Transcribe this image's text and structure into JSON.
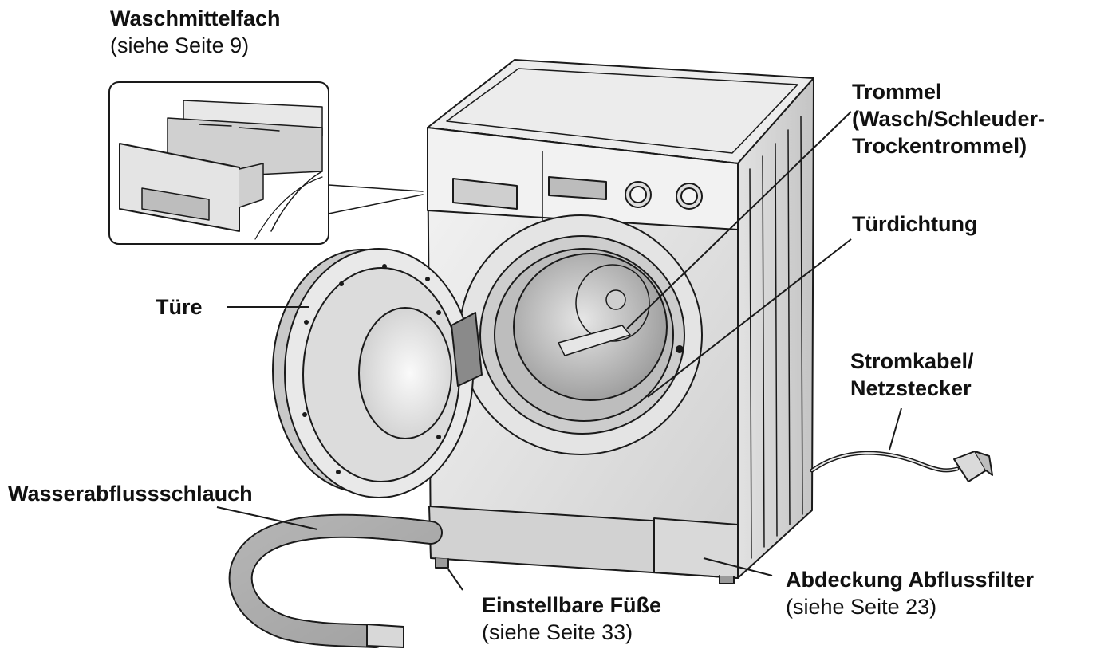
{
  "labels": {
    "detergent": {
      "title": "Waschmittelfach",
      "sub": "(siehe Seite 9)"
    },
    "drum": {
      "line1": "Trommel",
      "line2": "(Wasch/Schleuder-",
      "line3": "Trockentrommel)"
    },
    "door_seal": {
      "title": "Türdichtung"
    },
    "door": {
      "title": "Türe"
    },
    "power": {
      "line1": "Stromkabel/",
      "line2": "Netzstecker"
    },
    "drain_hose": {
      "title": "Wasserabflussschlauch"
    },
    "feet": {
      "title": "Einstellbare Füße",
      "sub": "(siehe Seite 33)"
    },
    "filter_cover": {
      "title": "Abdeckung Abflussfilter",
      "sub": "(siehe Seite 23)"
    }
  },
  "colors": {
    "line": "#1a1a1a",
    "body_light": "#efefef",
    "body_mid": "#d7d7d7",
    "body_dark": "#b9b9b9"
  }
}
